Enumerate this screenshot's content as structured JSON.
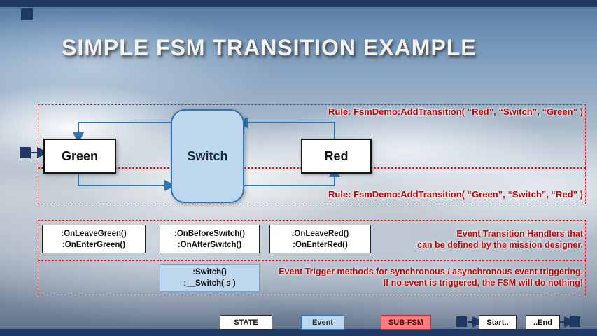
{
  "slide": {
    "title": "SIMPLE FSM TRANSITION EXAMPLE"
  },
  "fsm": {
    "states": [
      {
        "label": "Green"
      },
      {
        "label": "Red"
      }
    ],
    "event": {
      "label": "Switch"
    },
    "rules": {
      "top": "Rule: FsmDemo:AddTransition( “Red”, “Switch”, “Green” )",
      "bottom": "Rule: FsmDemo:AddTransition( “Green”, “Switch”, “Red” )"
    }
  },
  "handlers": {
    "green": {
      "line1": ":OnLeaveGreen()",
      "line2": ":OnEnterGreen()"
    },
    "switch": {
      "line1": ":OnBeforeSwitch()",
      "line2": ":OnAfterSwitch()"
    },
    "red": {
      "line1": ":OnLeaveRed()",
      "line2": ":OnEnterRed()"
    },
    "note": {
      "line1": "Event Transition Handlers that",
      "line2": "can be defined by the mission designer."
    }
  },
  "triggers": {
    "box": {
      "line1": ":Switch()",
      "line2": ":__Switch( s )"
    },
    "note": {
      "line1": "Event Trigger methods for synchronous / asynchronous event triggering.",
      "line2": "If no event is triggered, the FSM will do nothing!"
    }
  },
  "legend": {
    "state_label": "STATE",
    "event_label": "Event",
    "subfsm_label": "SUB-FSM",
    "start_label": "Start..",
    "end_label": "..End"
  },
  "colors": {
    "navy": "#1F3864",
    "arrow_blue": "#2E75B6",
    "event_fill": "#BDD7EE",
    "event_border": "#2E75B6",
    "subfsm_fill": "#FF7C80",
    "subfsm_border": "#C03030",
    "rule_red": "#CC0000",
    "dashed_red": "#E02020"
  }
}
